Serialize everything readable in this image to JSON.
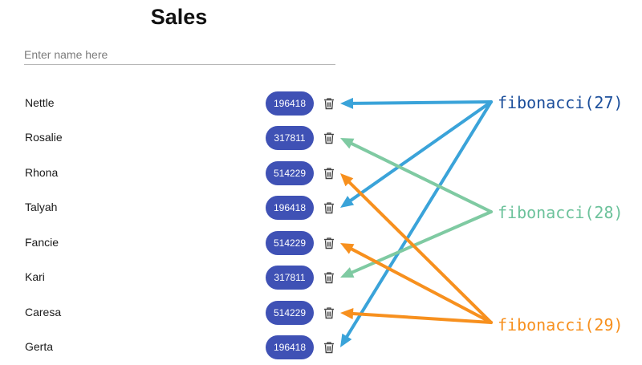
{
  "header": {
    "title": "Sales"
  },
  "search": {
    "placeholder": "Enter name here",
    "value": ""
  },
  "rows": [
    {
      "name": "Nettle",
      "value": "196418"
    },
    {
      "name": "Rosalie",
      "value": "317811"
    },
    {
      "name": "Rhona",
      "value": "514229"
    },
    {
      "name": "Talyah",
      "value": "196418"
    },
    {
      "name": "Fancie",
      "value": "514229"
    },
    {
      "name": "Kari",
      "value": "317811"
    },
    {
      "name": "Caresa",
      "value": "514229"
    },
    {
      "name": "Gerta",
      "value": "196418"
    }
  ],
  "icons": {
    "row_delete": "trash-icon"
  },
  "annotations": [
    {
      "label": "fibonacci(27)",
      "color": "#1b4e9b",
      "arrow_color": "#3aa3d9",
      "targets": [
        0,
        3,
        7
      ]
    },
    {
      "label": "fibonacci(28)",
      "color": "#6cc29b",
      "arrow_color": "#7fcaa2",
      "targets": [
        1,
        5
      ]
    },
    {
      "label": "fibonacci(29)",
      "color": "#f7901e",
      "arrow_color": "#f7901e",
      "targets": [
        2,
        4,
        6
      ]
    }
  ],
  "colors": {
    "badge": "#3f51b5",
    "badge_text": "#ffffff"
  }
}
